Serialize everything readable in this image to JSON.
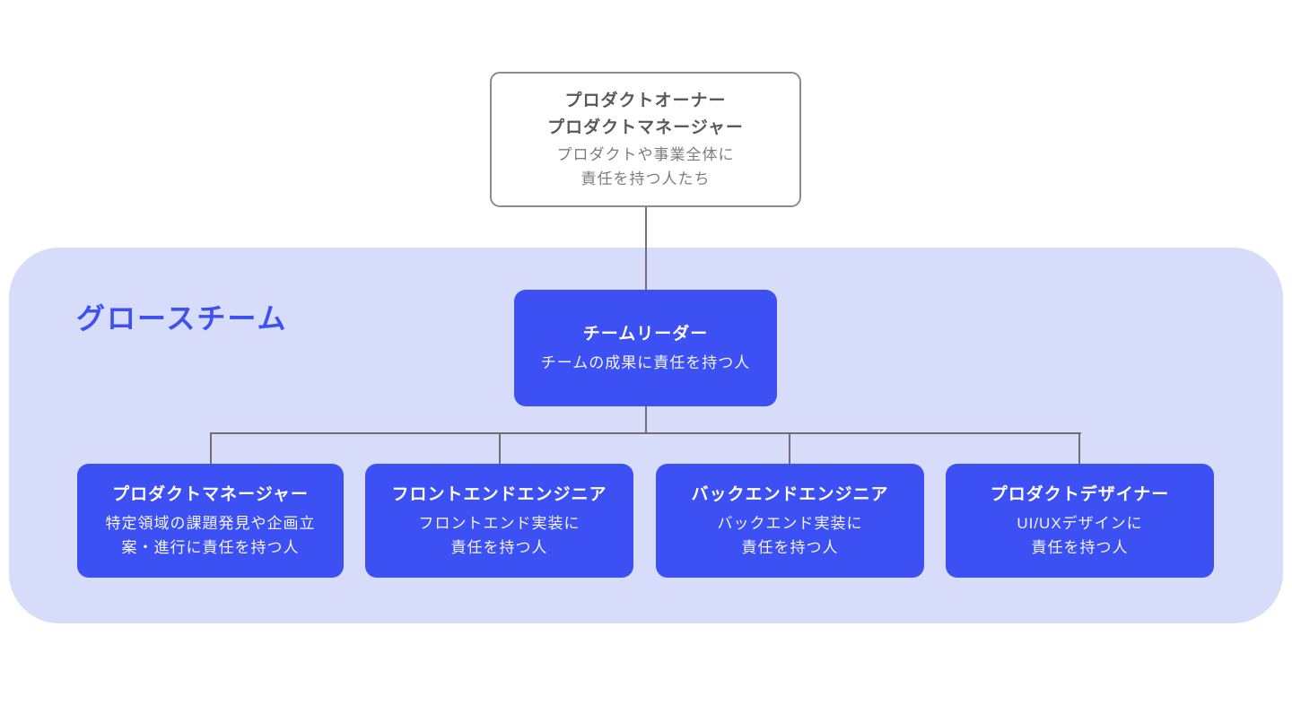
{
  "colors": {
    "accent_blue": "#3c50f4",
    "group_background": "#d6dcfa",
    "connector_gray": "#707070",
    "root_border_gray": "#8c8c8c",
    "root_title_gray": "#595959",
    "root_desc_gray": "#7d7d7d",
    "node_text_white": "#ffffff"
  },
  "diagram": {
    "root": {
      "title": "プロダクトオーナー\nプロダクトマネージャー",
      "desc": "プロダクトや事業全体に\n責任を持つ人たち"
    },
    "group": {
      "label": "グロースチーム"
    },
    "leader": {
      "title": "チームリーダー",
      "desc": "チームの成果に責任を持つ人"
    },
    "members": [
      {
        "title": "プロダクトマネージャー",
        "desc": "特定領域の課題発見や企画立\n案・進行に責任を持つ人"
      },
      {
        "title": "フロントエンドエンジニア",
        "desc": "フロントエンド実装に\n責任を持つ人"
      },
      {
        "title": "バックエンドエンジニア",
        "desc": "バックエンド実装に\n責任を持つ人"
      },
      {
        "title": "プロダクトデザイナー",
        "desc": "UI/UXデザインに\n責任を持つ人"
      }
    ]
  }
}
